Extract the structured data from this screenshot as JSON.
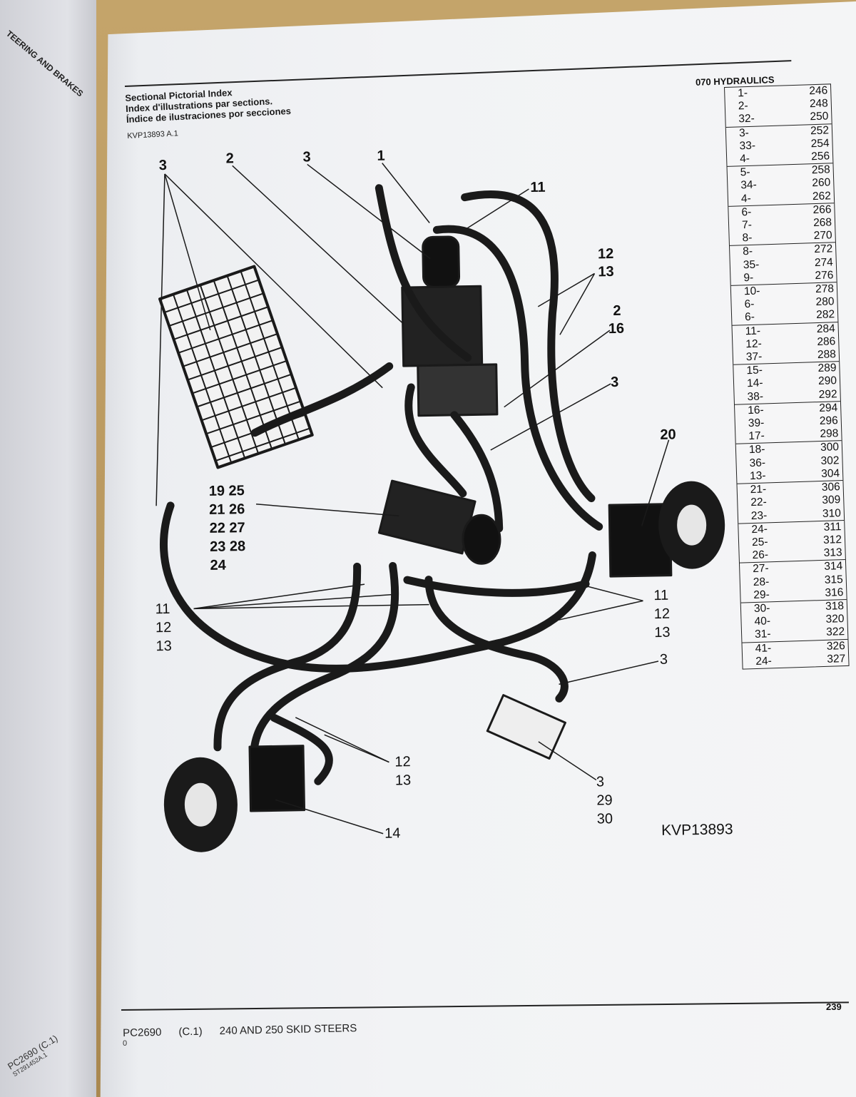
{
  "left_page": {
    "header": "TEERING AND BRAKES",
    "footer_code": "PC2690",
    "footer_code_suffix": "(C.1)",
    "footer_ref": "ST291452A.1"
  },
  "page": {
    "chapter": "070 HYDRAULICS",
    "title_en": "Sectional Pictorial Index",
    "title_fr": "Index d'illustrations par sections.",
    "title_es": "Índice de ilustraciones por secciones",
    "figure_ref": "KVP13893 A.1",
    "figure_label": "KVP13893",
    "page_number": "239",
    "footer_code": "PC2690",
    "footer_revision": "(C.1)",
    "footer_title": "240 AND 250 SKID STEERS",
    "footer_sub": "0"
  },
  "index_groups": [
    [
      [
        "1-",
        "246"
      ],
      [
        "2-",
        "248"
      ],
      [
        "32-",
        "250"
      ]
    ],
    [
      [
        "3-",
        "252"
      ],
      [
        "33-",
        "254"
      ],
      [
        "4-",
        "256"
      ]
    ],
    [
      [
        "5-",
        "258"
      ],
      [
        "34-",
        "260"
      ],
      [
        "4-",
        "262"
      ]
    ],
    [
      [
        "6-",
        "266"
      ],
      [
        "7-",
        "268"
      ],
      [
        "8-",
        "270"
      ]
    ],
    [
      [
        "8-",
        "272"
      ],
      [
        "35-",
        "274"
      ],
      [
        "9-",
        "276"
      ]
    ],
    [
      [
        "10-",
        "278"
      ],
      [
        "6-",
        "280"
      ],
      [
        "6-",
        "282"
      ]
    ],
    [
      [
        "11-",
        "284"
      ],
      [
        "12-",
        "286"
      ],
      [
        "37-",
        "288"
      ]
    ],
    [
      [
        "15-",
        "289"
      ],
      [
        "14-",
        "290"
      ],
      [
        "38-",
        "292"
      ]
    ],
    [
      [
        "16-",
        "294"
      ],
      [
        "39-",
        "296"
      ],
      [
        "17-",
        "298"
      ]
    ],
    [
      [
        "18-",
        "300"
      ],
      [
        "36-",
        "302"
      ],
      [
        "13-",
        "304"
      ]
    ],
    [
      [
        "21-",
        "306"
      ],
      [
        "22-",
        "309"
      ],
      [
        "23-",
        "310"
      ]
    ],
    [
      [
        "24-",
        "311"
      ],
      [
        "25-",
        "312"
      ],
      [
        "26-",
        "313"
      ]
    ],
    [
      [
        "27-",
        "314"
      ],
      [
        "28-",
        "315"
      ],
      [
        "29-",
        "316"
      ]
    ],
    [
      [
        "30-",
        "318"
      ],
      [
        "40-",
        "320"
      ],
      [
        "31-",
        "322"
      ]
    ],
    [
      [
        "41-",
        "326"
      ],
      [
        "24-",
        "327"
      ]
    ]
  ],
  "callouts": {
    "c3_topleft": "3",
    "c2_top": "2",
    "c3_top": "3",
    "c1_top": "1",
    "c11_top": "11",
    "c12_right": "12",
    "c13_right": "13",
    "c2_right": "2",
    "c16_right": "16",
    "c3_mid": "3",
    "c20": "20",
    "pump_group_lines": [
      "19 25",
      "21 26",
      "22 27",
      "23 28",
      "24"
    ],
    "left_group_lines": [
      "11",
      "12",
      "13"
    ],
    "right_group_lines": [
      "11",
      "12",
      "13"
    ],
    "c3_lowright": "3",
    "bottom_group_lines": [
      "12",
      "13"
    ],
    "valve_group_lines": [
      "3",
      "29",
      "30"
    ],
    "c14": "14"
  }
}
